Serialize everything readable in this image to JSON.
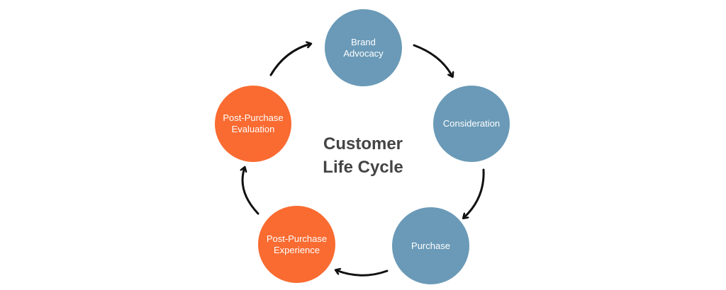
{
  "diagram": {
    "title": "Customer\nLife Cycle",
    "colors": {
      "stage_blue": "#6a9ab7",
      "stage_orange": "#f96b31",
      "arrow": "#111111",
      "title": "#444444"
    },
    "stages": [
      {
        "label": "Brand Advocacy",
        "color": "#6a9ab7"
      },
      {
        "label": "Consideration",
        "color": "#6a9ab7"
      },
      {
        "label": "Purchase",
        "color": "#6a9ab7"
      },
      {
        "label": "Post-Purchase Experience",
        "color": "#f96b31"
      },
      {
        "label": "Post-Purchase Evaluation",
        "color": "#f96b31"
      }
    ]
  }
}
